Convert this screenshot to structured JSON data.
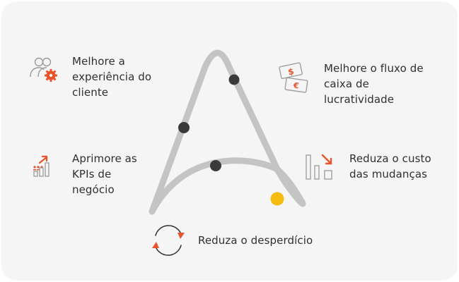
{
  "benefits": [
    {
      "id": "customer",
      "text": "Melhore a\nexperiência do\ncliente",
      "icon": "users-gear-icon"
    },
    {
      "id": "cashflow",
      "text": "Melhore o fluxo de\ncaixa de\nlucratividade",
      "icon": "money-bills-icon"
    },
    {
      "id": "kpis",
      "text": "Aprimore as\nKPIs de\nnegócio",
      "icon": "chart-up-icon"
    },
    {
      "id": "cost",
      "text": "Reduza o custo\ndas mudanças",
      "icon": "chart-down-icon"
    },
    {
      "id": "waste",
      "text": "Reduza o desperdício",
      "icon": "refresh-arrows-icon"
    }
  ],
  "icons": {
    "dollar_symbol": "$",
    "euro_symbol": "€"
  },
  "colors": {
    "card_bg": "#f5f5f5",
    "path": "#c4c4c4",
    "node": "#3a3a3a",
    "highlight_node": "#f7bb0d",
    "accent": "#e8542a",
    "icon_line": "#9a9a9a",
    "text": "#2f2f2f"
  }
}
